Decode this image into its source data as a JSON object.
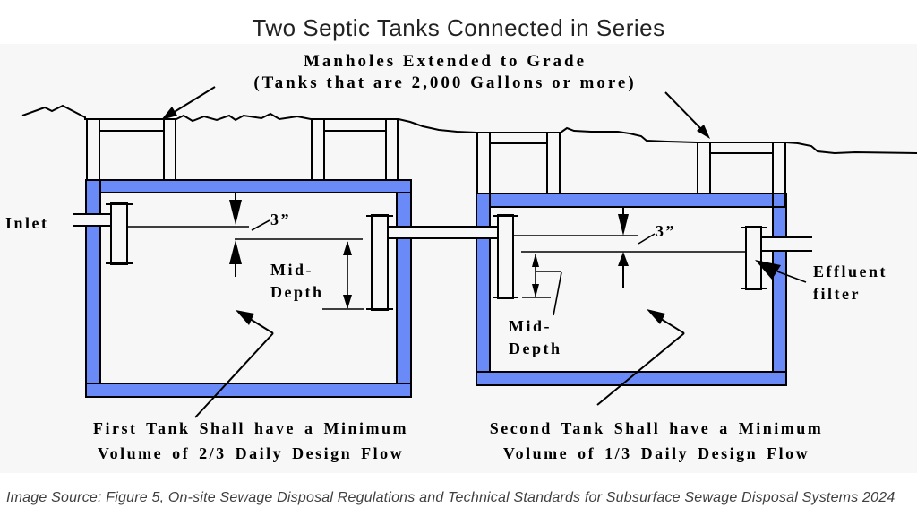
{
  "title": "Two Septic Tanks Connected in Series",
  "heading": {
    "line1": "Manholes Extended to Grade",
    "line2": "(Tanks that are 2,000 Gallons or more)"
  },
  "labels": {
    "inlet": "Inlet",
    "gap_tank1": "3”",
    "gap_tank2": "3”",
    "mid_depth_line1": "Mid-",
    "mid_depth_line2": "Depth",
    "effluent_line1": "Effluent",
    "effluent_line2": "filter"
  },
  "notes": {
    "tank1_line1": "First Tank Shall have a Minimum",
    "tank1_line2": "Volume of 2/3 Daily Design Flow",
    "tank2_line1": "Second Tank Shall have a Minimum",
    "tank2_line2": "Volume of 1/3 Daily Design Flow"
  },
  "caption": "Image Source: Figure 5, On-site Sewage Disposal Regulations and Technical Standards for Subsurface Sewage Disposal Systems 2024",
  "colors": {
    "tank_wall": "#6A8BF7",
    "line": "#000000",
    "diagram_bg": "#f7f7f8",
    "fill_bg": "#f7f7f8",
    "title_text": "#222222",
    "caption_text": "#3f3f3f"
  }
}
